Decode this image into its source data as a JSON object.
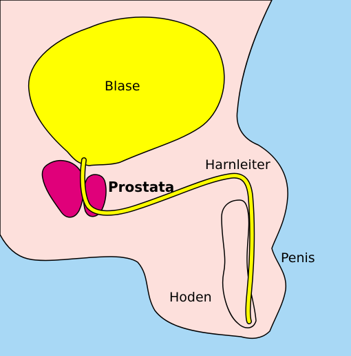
{
  "labels": {
    "bladder": "Blase",
    "prostate": "Prostata",
    "urethra": "Harnleiter",
    "penis": "Penis",
    "testis": "Hoden"
  },
  "colors": {
    "background": "#a8d8f5",
    "body": "#fde0dc",
    "bladder": "#ffff00",
    "prostate": "#e0007a",
    "outline": "#000000"
  }
}
